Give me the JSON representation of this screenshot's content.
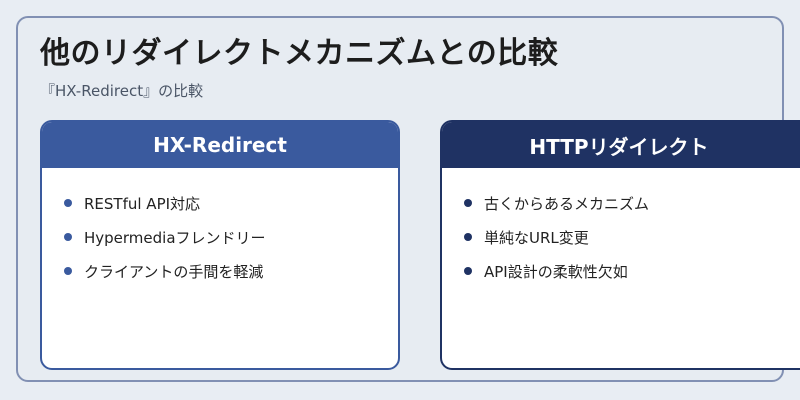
{
  "title": "他のリダイレクトメカニズムとの比較",
  "subtitle": "『HX-Redirect』の比較",
  "cards": [
    {
      "title": "HX-Redirect",
      "color": "#3a5a9e",
      "items": [
        "RESTful API対応",
        "Hypermediaフレンドリー",
        "クライアントの手間を軽減"
      ]
    },
    {
      "title": "HTTPリダイレクト",
      "color": "#1f3263",
      "items": [
        "古くからあるメカニズム",
        "単純なURL変更",
        "API設計の柔軟性欠如"
      ]
    }
  ]
}
